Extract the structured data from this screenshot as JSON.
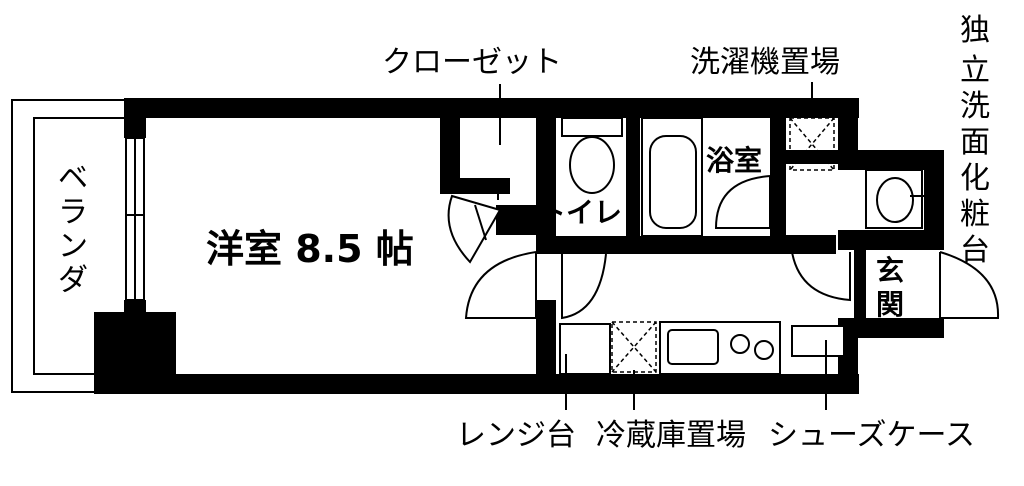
{
  "floorplan": {
    "labels": {
      "closet": "クローゼット",
      "washer_space": "洗濯機置場",
      "vanity": "独立洗面化粧台",
      "veranda": "ベランダ",
      "western_room": "洋室 8.5 帖",
      "toilet": "トイレ",
      "bath": "浴室",
      "entrance": "玄関",
      "range_stand": "レンジ台",
      "fridge_space": "冷蔵庫置場",
      "shoe_case": "シューズケース"
    }
  }
}
